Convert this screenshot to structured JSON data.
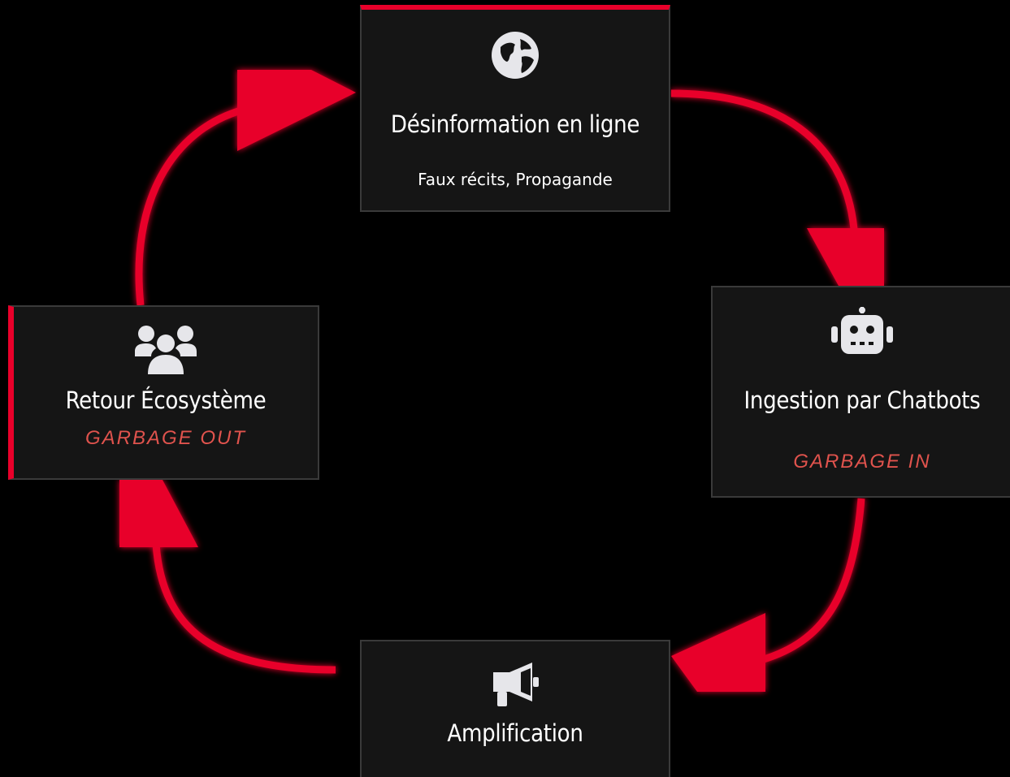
{
  "colors": {
    "background": "#000000",
    "card": "#151515",
    "card_border": "#3a3a3a",
    "accent": "#e8002a",
    "tag": "#e0534d",
    "icon": "#e6e6ea"
  },
  "nodes": {
    "top": {
      "icon": "globe-icon",
      "title": "Désinformation en ligne",
      "subtitle": "Faux récits, Propagande"
    },
    "right": {
      "icon": "robot-icon",
      "title": "Ingestion par Chatbots",
      "tag": "GARBAGE IN"
    },
    "bottom": {
      "icon": "megaphone-icon",
      "title": "Amplification"
    },
    "left": {
      "icon": "users-icon",
      "title": "Retour Écosystème",
      "tag": "GARBAGE OUT"
    }
  },
  "cycle": [
    "top",
    "right",
    "bottom",
    "left"
  ]
}
